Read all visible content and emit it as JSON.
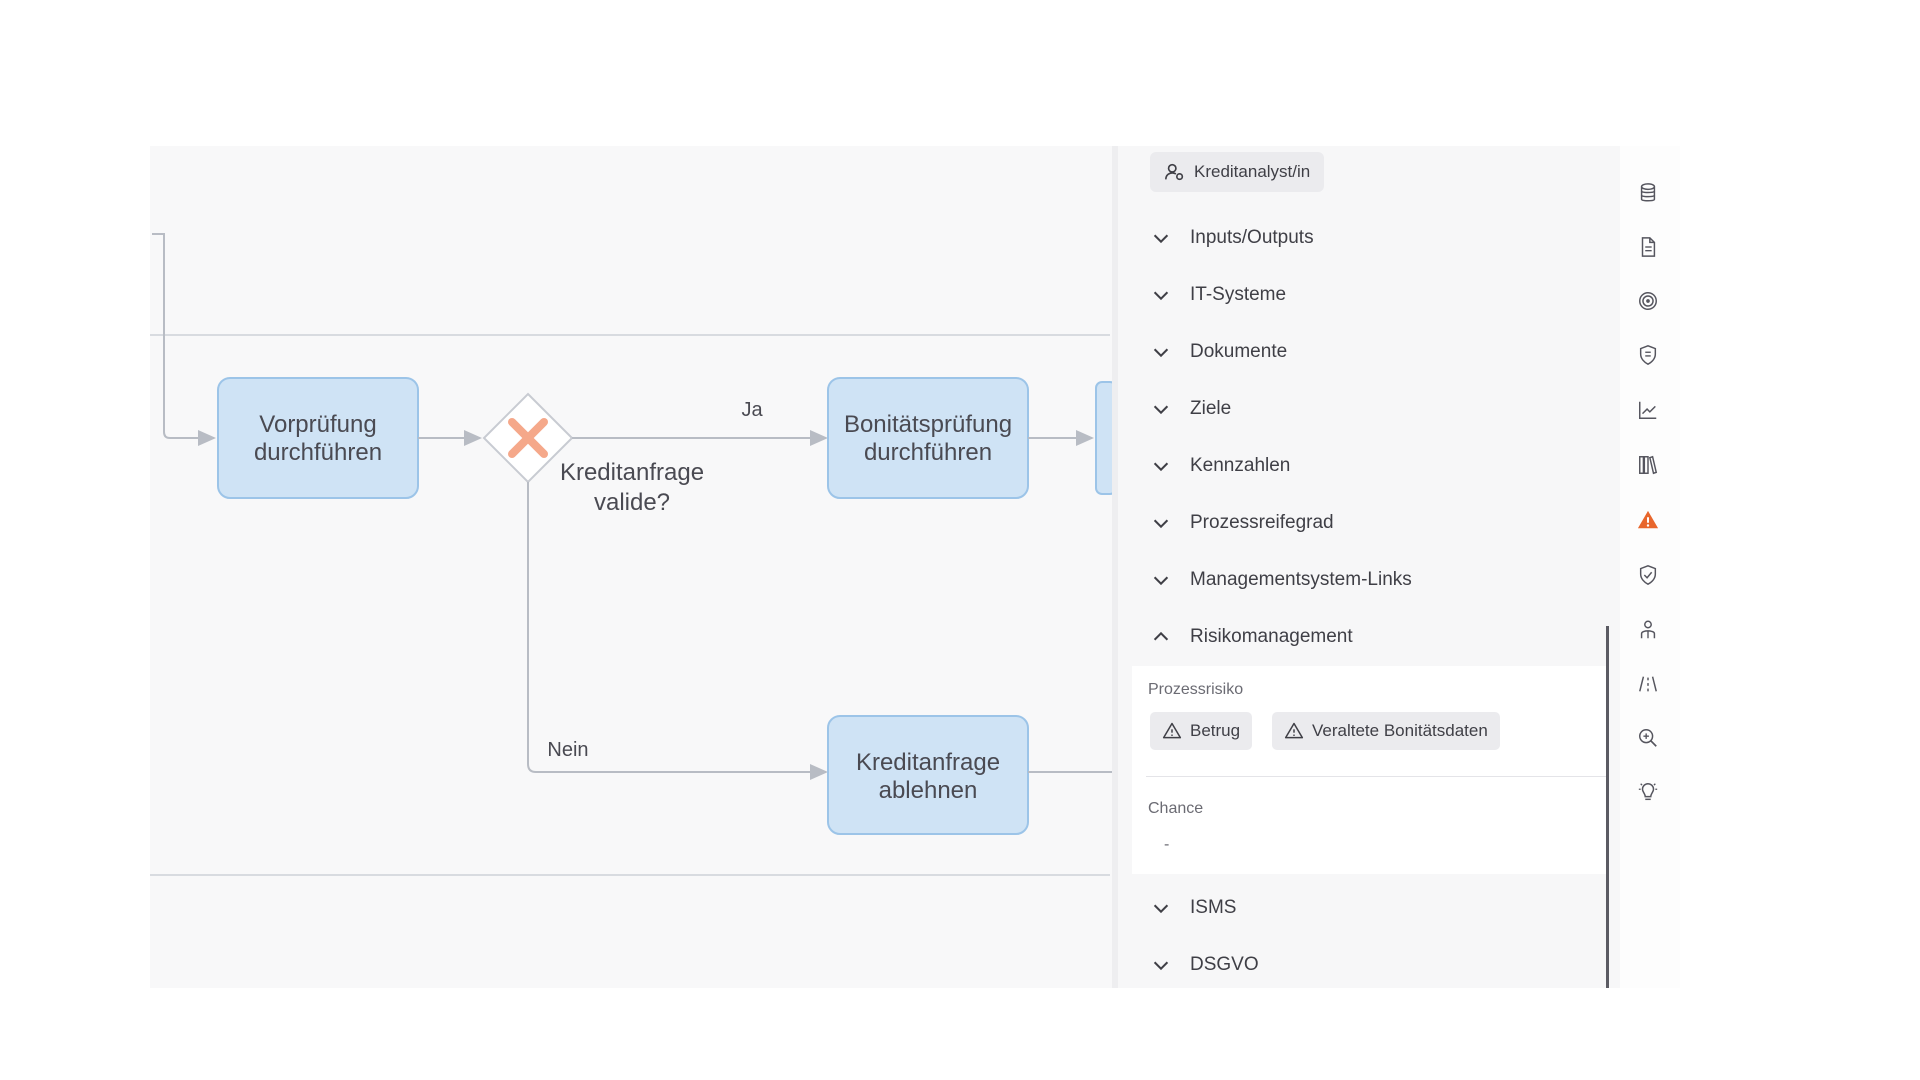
{
  "diagram": {
    "tasks": {
      "vorpruefung": [
        "Vorprüfung",
        "durchführen"
      ],
      "bonitaet": [
        "Bonitätsprüfung",
        "durchführen"
      ],
      "ablehnen": [
        "Kreditanfrage",
        "ablehnen"
      ]
    },
    "gateway": {
      "label": [
        "Kreditanfrage",
        "valide?"
      ],
      "yes_label": "Ja",
      "no_label": "Nein"
    }
  },
  "panel": {
    "role_chip": "Kreditanalyst/in",
    "sections": {
      "inputs_outputs": "Inputs/Outputs",
      "it_systeme": "IT-Systeme",
      "dokumente": "Dokumente",
      "ziele": "Ziele",
      "kennzahlen": "Kennzahlen",
      "prozessreifegrad": "Prozessreifegrad",
      "managementsystem_links": "Managementsystem-Links",
      "risikomanagement": "Risikomanagement",
      "isms": "ISMS",
      "dsgvo": "DSGVO"
    },
    "risk": {
      "prozessrisiko_label": "Prozessrisiko",
      "risks": [
        "Betrug",
        "Veraltete Bonitätsdaten"
      ],
      "chance_label": "Chance",
      "chance_value": "-"
    }
  },
  "sidebar": {
    "icons": [
      "database-icon",
      "document-icon",
      "target-icon",
      "shield-badge-icon",
      "chart-icon",
      "library-icon",
      "warning-icon",
      "shield-check-icon",
      "org-icon",
      "road-icon",
      "zoom-in-icon",
      "lightbulb-icon"
    ]
  },
  "colors": {
    "task_fill": "#cfe3f5",
    "task_stroke": "#9cc4e8",
    "gateway_x": "#f5a88a",
    "warning_active": "#e8662c"
  }
}
